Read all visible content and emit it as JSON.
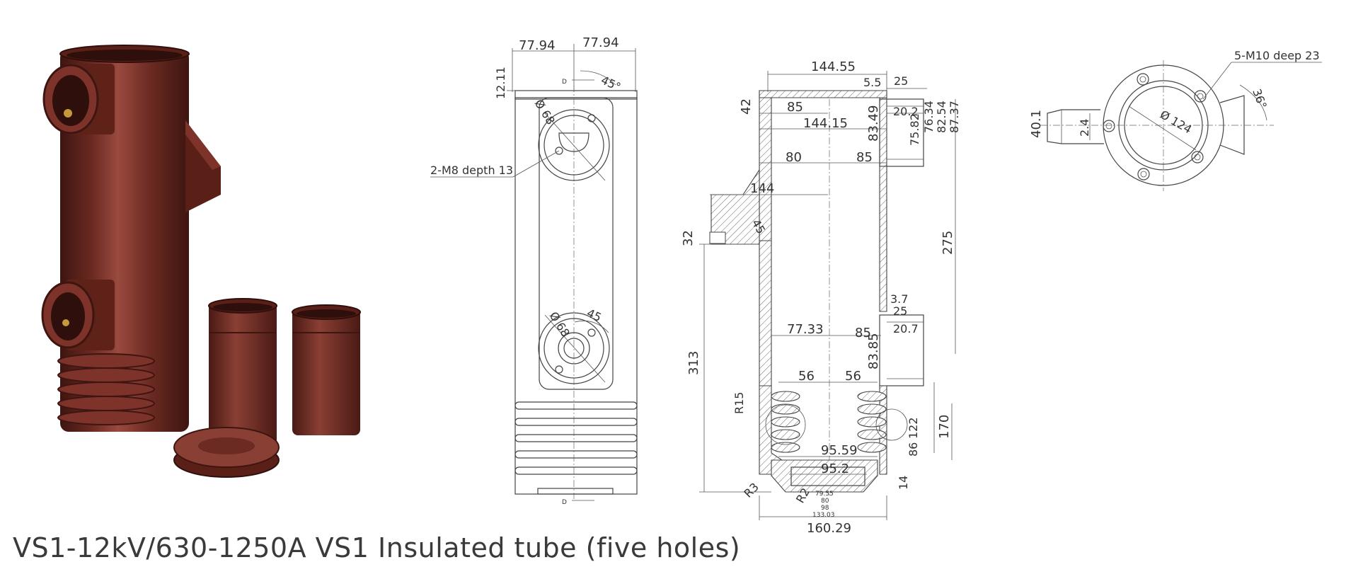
{
  "caption": "VS1-12kV/630-1250A VS1 Insulated tube (five holes)",
  "colors": {
    "product": "#6b2a22",
    "product_highlight": "#9a4a3e",
    "product_shadow": "#3e1510",
    "line": "#444444"
  },
  "front_view": {
    "dim_left_width": "77.94",
    "dim_right_width": "77.94",
    "dim_top_height": "12.11",
    "angle_top": "45°",
    "angle_bottom": "45",
    "hole_top_diameter": "Ø 68",
    "hole_bottom_diameter": "Ø 68",
    "thread_note": "2-M8 depth 13",
    "mark_top": "D",
    "mark_bottom": "D"
  },
  "section_view": {
    "dims": {
      "d144_55": "144.55",
      "d5_5": "5.5",
      "d25_top": "25",
      "d42": "42",
      "d85_top": "85",
      "d144_15": "144.15",
      "d83_49": "83.49",
      "d20_2": "20.2",
      "d75_82": "75.82",
      "d76_34": "76.34",
      "d82_54": "82.54",
      "d87_37": "87.37",
      "d80": "80",
      "d85_mid": "85",
      "d144": "144",
      "d45": "45",
      "d32": "32",
      "d275": "275",
      "d3_7": "3.7",
      "d25_mid": "25",
      "d77_33": "77.33",
      "d85_low": "85",
      "d83_85": "83.85",
      "d20_7": "20.7",
      "d313": "313",
      "d56_left": "56",
      "d56_right": "56",
      "dR15": "R15",
      "d170": "170",
      "d122": "122",
      "d86": "86",
      "d95_59": "95.59",
      "d95_2": "95.2",
      "dR3": "R3",
      "dR2": "R2",
      "d14": "14",
      "d160_29": "160.29",
      "small_labels": [
        "79.55",
        "80",
        "98",
        "133.03"
      ]
    }
  },
  "top_view": {
    "thread_note": "5-M10 deep 23",
    "angle": "36°",
    "diameter": "Ø 124",
    "dim_40_1": "40.1",
    "dim_2_4": "2.4"
  }
}
